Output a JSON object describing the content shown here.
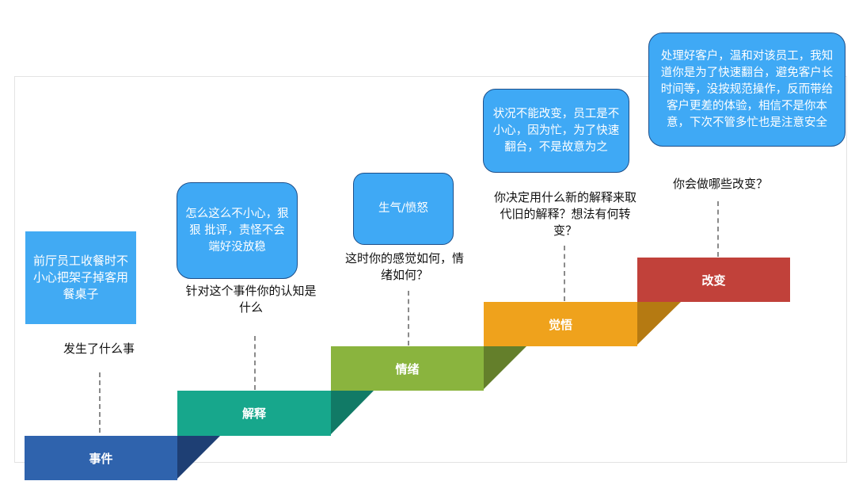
{
  "steps": [
    {
      "label": "事件",
      "color": "#2f63ad",
      "dark": "#1e3f74"
    },
    {
      "label": "解释",
      "color": "#17a78c",
      "dark": "#117a66"
    },
    {
      "label": "情绪",
      "color": "#8ab43e",
      "dark": "#647f2b"
    },
    {
      "label": "觉悟",
      "color": "#efa21c",
      "dark": "#b57a12"
    },
    {
      "label": "改变",
      "color": "#c1413a"
    }
  ],
  "questions": {
    "event": "发生了什么事",
    "interpretation": "针对这个事件你的认知是什么",
    "emotion": "这时你的感觉如何，情绪如何？",
    "awareness": "你决定用什么新的解释来取代旧的解释？想法有何转变？",
    "change": "你会做哪些改变？"
  },
  "answers": {
    "event": "前厅员工收餐时不小心把架子掉客用餐桌子",
    "interpretation": "怎么这么不小心，狠狠 批评，责怪不会端好没放稳",
    "emotion": "生气/愤怒",
    "awareness": "状况不能改变，员工是不小心，因为忙，为了快速翻台，不是故意为之",
    "change": "处理好客户，温和对该员工，我知道你是为了快速翻台，避免客户长时间等，没按规范操作，反而带给客户更差的体验，相信不是你本意，下次不管多忙也是注意安全"
  }
}
